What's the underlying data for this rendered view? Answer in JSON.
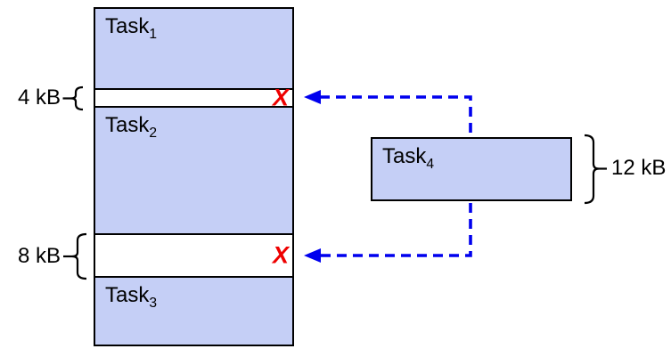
{
  "colors": {
    "task_fill": "#c5cff6",
    "outline": "#000000",
    "arrow_blue": "#0000ee",
    "reject_red": "#ee0000",
    "background": "#ffffff"
  },
  "memory": {
    "tasks": [
      {
        "base": "Task",
        "sub": "1"
      },
      {
        "base": "Task",
        "sub": "2"
      },
      {
        "base": "Task",
        "sub": "3"
      }
    ],
    "gaps": [
      {
        "size": "4 kB"
      },
      {
        "size": "8 kB"
      }
    ]
  },
  "incoming": {
    "base": "Task",
    "sub": "4",
    "size": "12 kB"
  },
  "reject_mark": "X"
}
